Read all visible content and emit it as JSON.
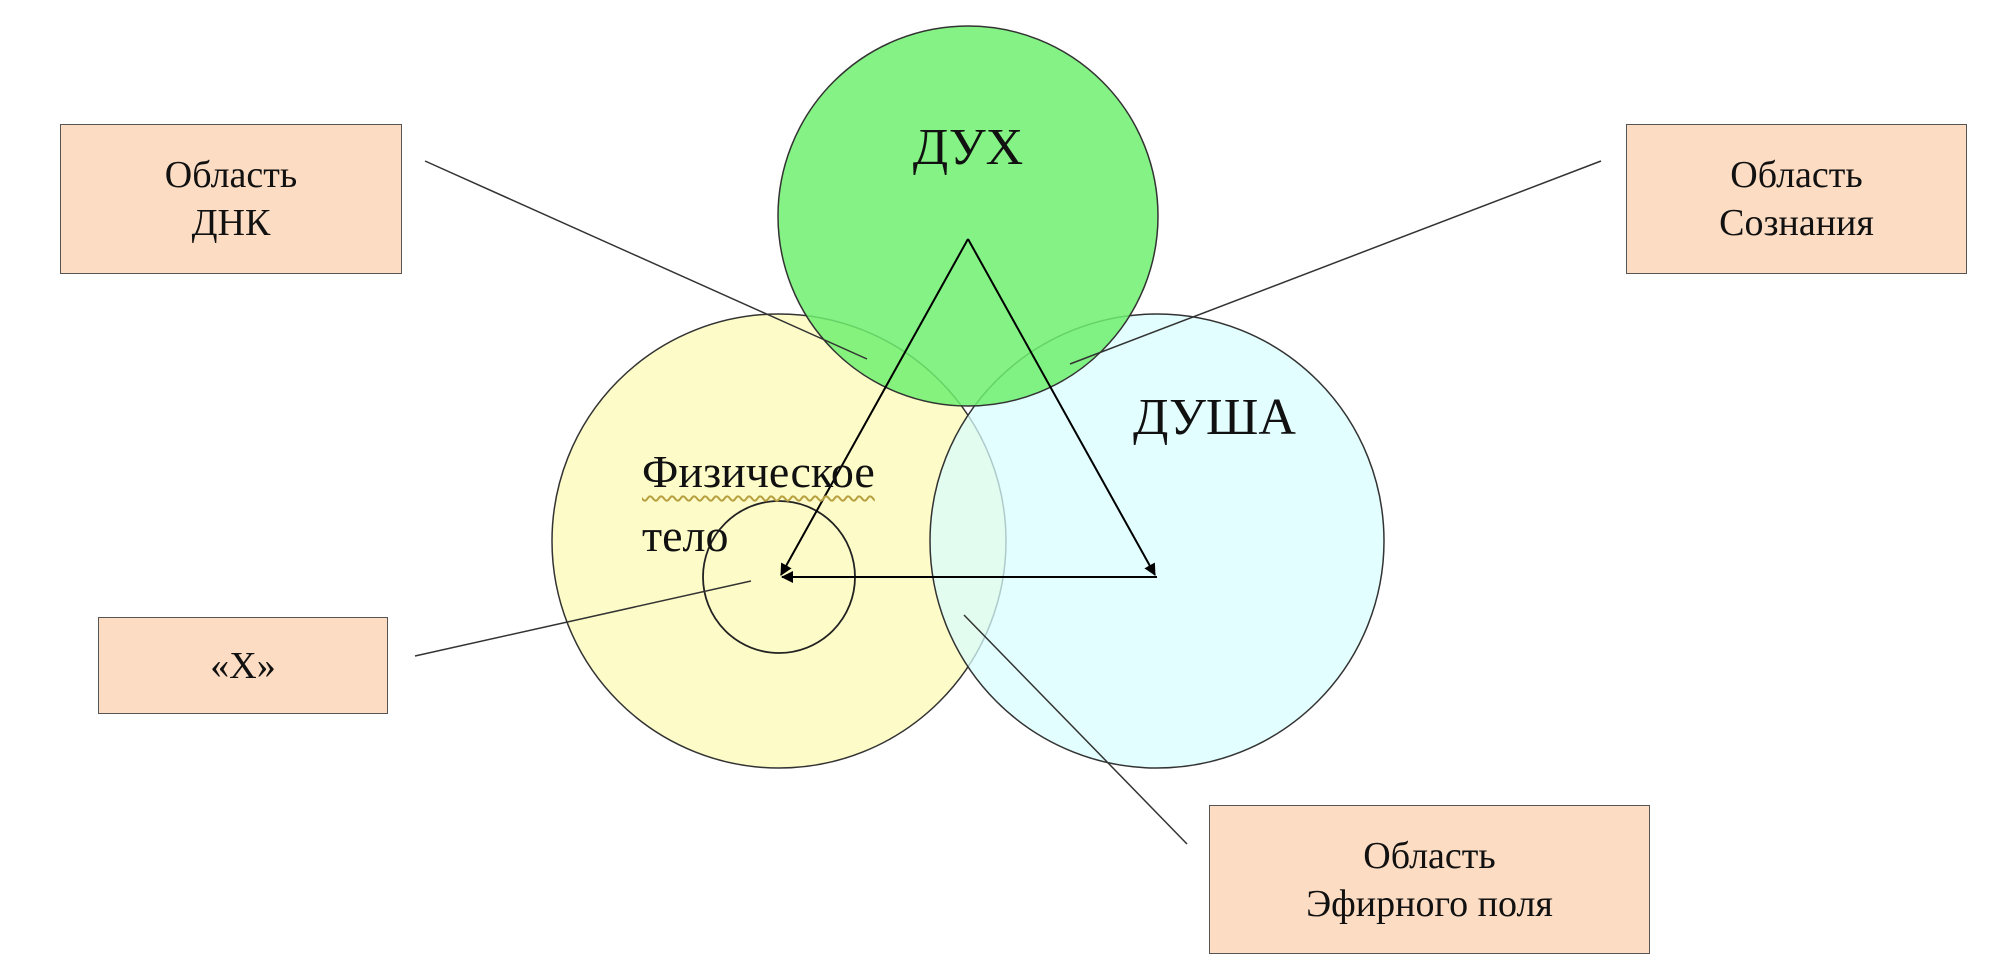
{
  "colors": {
    "spirit": "#6ef06e",
    "body": "#fdfcc8",
    "soul": "#d8fdfd",
    "box": "#fcdcc2"
  },
  "circles": {
    "spirit": {
      "label": "ДУХ"
    },
    "soul": {
      "label": "ДУША"
    },
    "body": {
      "label_line1": "Физическое",
      "label_line2": "тело"
    }
  },
  "callouts": {
    "dna": {
      "line1": "Область",
      "line2": "ДНК"
    },
    "consciousness": {
      "line1": "Область",
      "line2": "Сознания"
    },
    "x": {
      "line1": "«X»"
    },
    "etheric": {
      "line1": "Область",
      "line2": "Эфирного поля"
    }
  }
}
